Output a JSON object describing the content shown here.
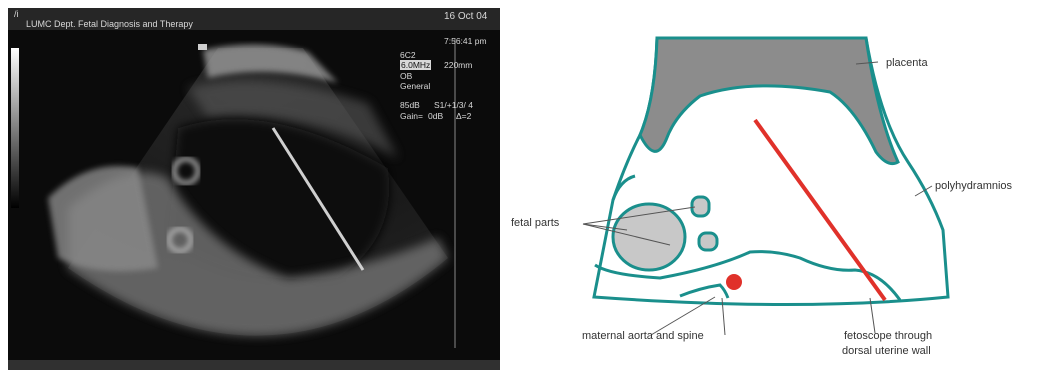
{
  "ultrasound": {
    "institution": "LUMC Dept. Fetal Diagnosis and Therapy",
    "date": "16 Oct 04",
    "time": "7:56:41 pm",
    "probe": "6C2",
    "frequency": "6.0MHz",
    "depth": "220mm",
    "preset_line1": "OB",
    "preset_line2": "General",
    "dynamic_range": "85dB",
    "persistence": "S1/+1/3/ 4",
    "gain_label": "Gain=",
    "gain_value": "0dB",
    "delta": "Δ=2"
  },
  "diagram": {
    "labels": {
      "placenta": "placenta",
      "polyhydramnios": "polyhydramnios",
      "fetal_parts": "fetal parts",
      "maternal": "maternal aorta and spine",
      "fetoscope_line1": "fetoscope through",
      "fetoscope_line2": "dorsal uterine wall"
    },
    "colors": {
      "outline": "#1a8f8c",
      "placenta_fill": "#8c8c8c",
      "fetal_fill": "#c8c8c8",
      "fetoscope": "#e0312a",
      "leader": "#555555"
    }
  }
}
